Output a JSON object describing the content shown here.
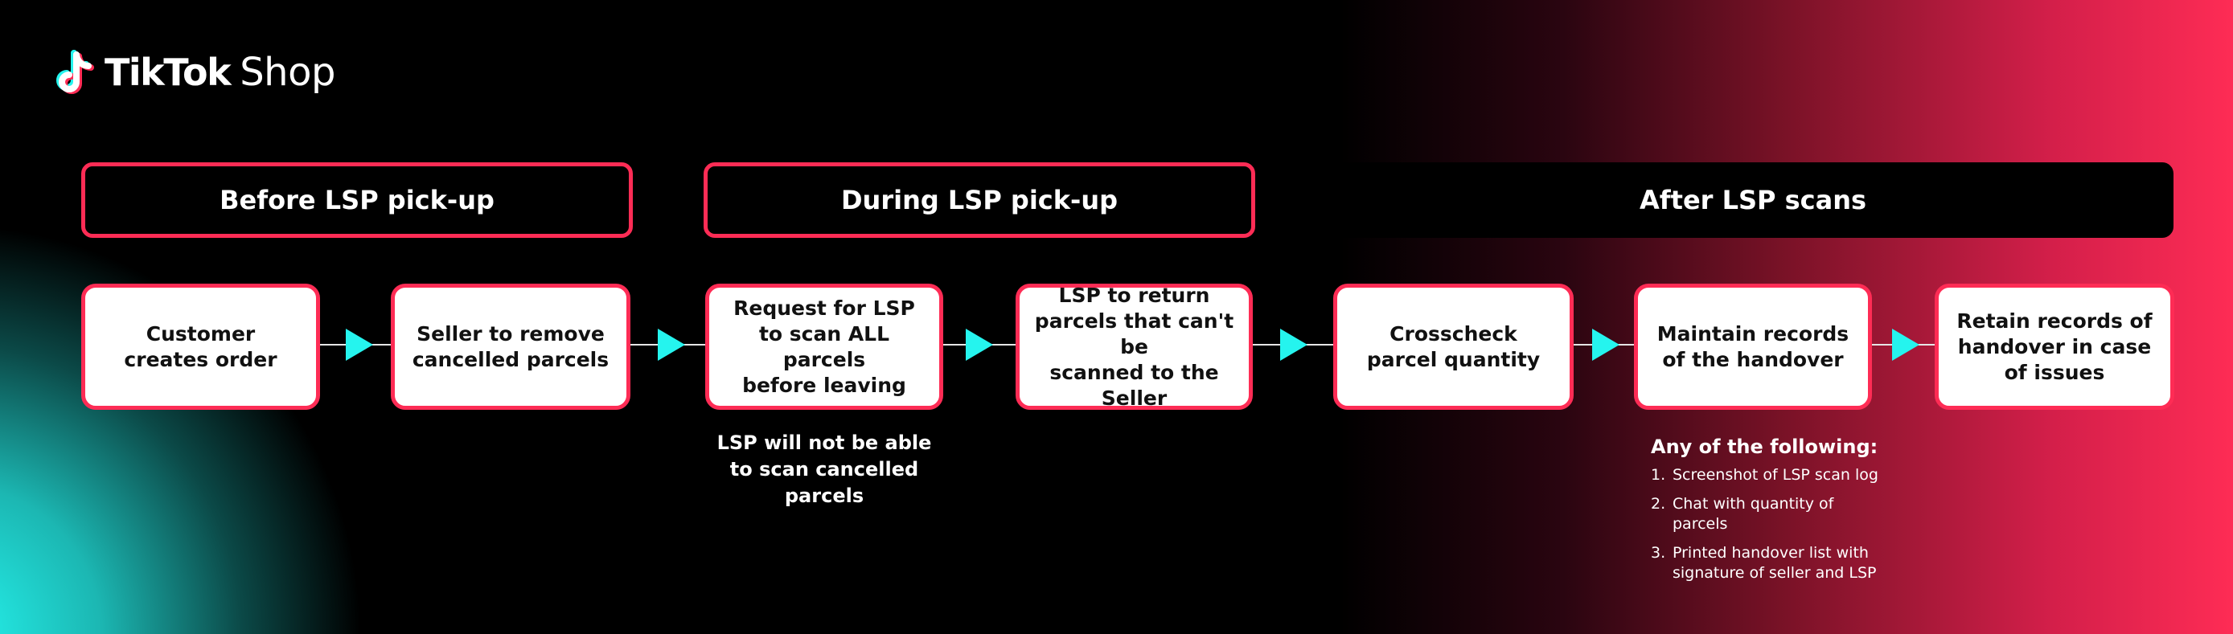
{
  "brand": {
    "name_bold": "TikTok",
    "name_light": "Shop",
    "icon": "tiktok-note-icon"
  },
  "colors": {
    "accent_pink": "#fe2c55",
    "accent_cyan": "#25f4ee",
    "background": "#000000",
    "box_fill": "#ffffff"
  },
  "phases": [
    {
      "label": "Before LSP pick-up"
    },
    {
      "label": "During LSP pick-up"
    },
    {
      "label": "After LSP scans"
    }
  ],
  "steps": [
    {
      "label": "Customer\ncreates order"
    },
    {
      "label": "Seller to remove\ncancelled parcels"
    },
    {
      "label": "Request for LSP\nto scan ALL parcels\nbefore leaving"
    },
    {
      "label": "LSP to return\nparcels that can't be\nscanned to the Seller"
    },
    {
      "label": "Crosscheck\nparcel quantity"
    },
    {
      "label": "Maintain records\nof the handover"
    },
    {
      "label": "Retain records of\nhandover in case\nof issues"
    }
  ],
  "notes": {
    "lsp_scan": "LSP will not be able\nto scan cancelled\nparcels"
  },
  "records": {
    "title": "Any of the following:",
    "items": [
      {
        "num": "1.",
        "text": "Screenshot of LSP scan log"
      },
      {
        "num": "2.",
        "text": "Chat with quantity of\nparcels"
      },
      {
        "num": "3.",
        "text": "Printed handover list with\nsignature of seller and LSP"
      }
    ]
  }
}
